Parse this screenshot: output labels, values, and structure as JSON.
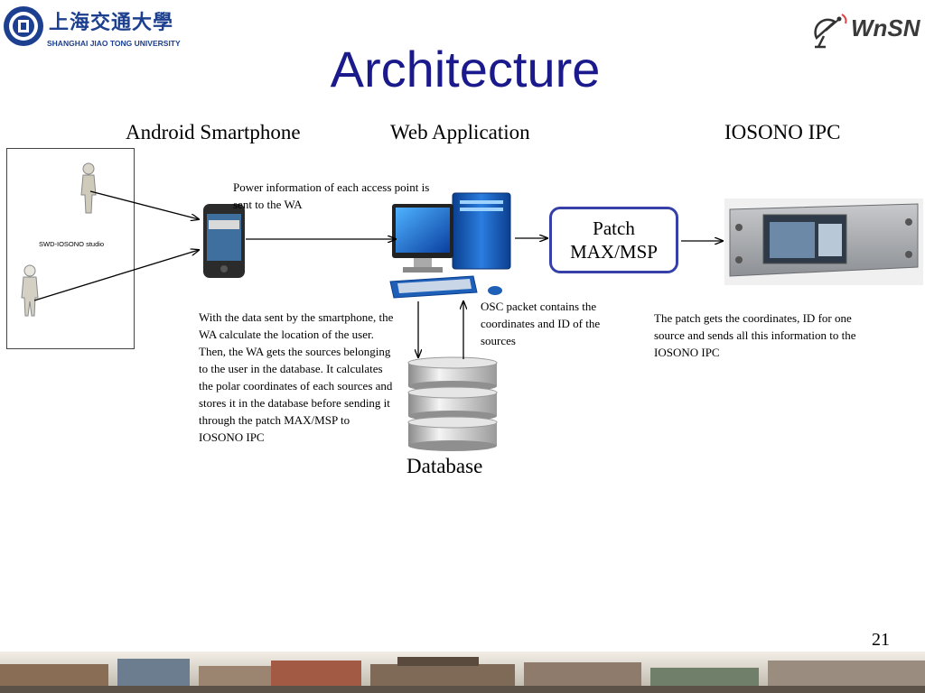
{
  "header": {
    "university_cn": "上海交通大學",
    "university_en": "SHANGHAI JIAO TONG UNIVERSITY",
    "lab_logo": "WnSN",
    "title": "Architecture"
  },
  "columns": {
    "android": "Android Smartphone",
    "web": "Web Application",
    "iosono": "IOSONO IPC"
  },
  "studio": {
    "label": "SWD-IOSONO studio"
  },
  "notes": {
    "power": "Power information of each access point is sent to the WA",
    "wa": "With the data sent by the smartphone, the WA calculate the location of the user.\nThen, the WA gets the sources belonging to the user in the database. It calculates the polar coordinates of each sources and stores it in the database before sending it through the patch MAX/MSP to IOSONO IPC",
    "osc": "OSC packet contains the coordinates and ID of the sources",
    "patch": "The patch gets the coordinates, ID for one source and sends all this information to the IOSONO IPC"
  },
  "patch_box": {
    "label": "Patch\nMAX/MSP"
  },
  "database_label": "Database",
  "page_number": "21",
  "colors": {
    "title": "#1a1a8c",
    "patch_border": "#3540a8",
    "sjtu_blue": "#1d3f8f"
  },
  "icons": [
    "sjtu-seal-icon",
    "satellite-dish-icon",
    "person-icon",
    "smartphone-icon",
    "desktop-computer-icon",
    "database-icon",
    "iosono-ipc-device-icon"
  ]
}
